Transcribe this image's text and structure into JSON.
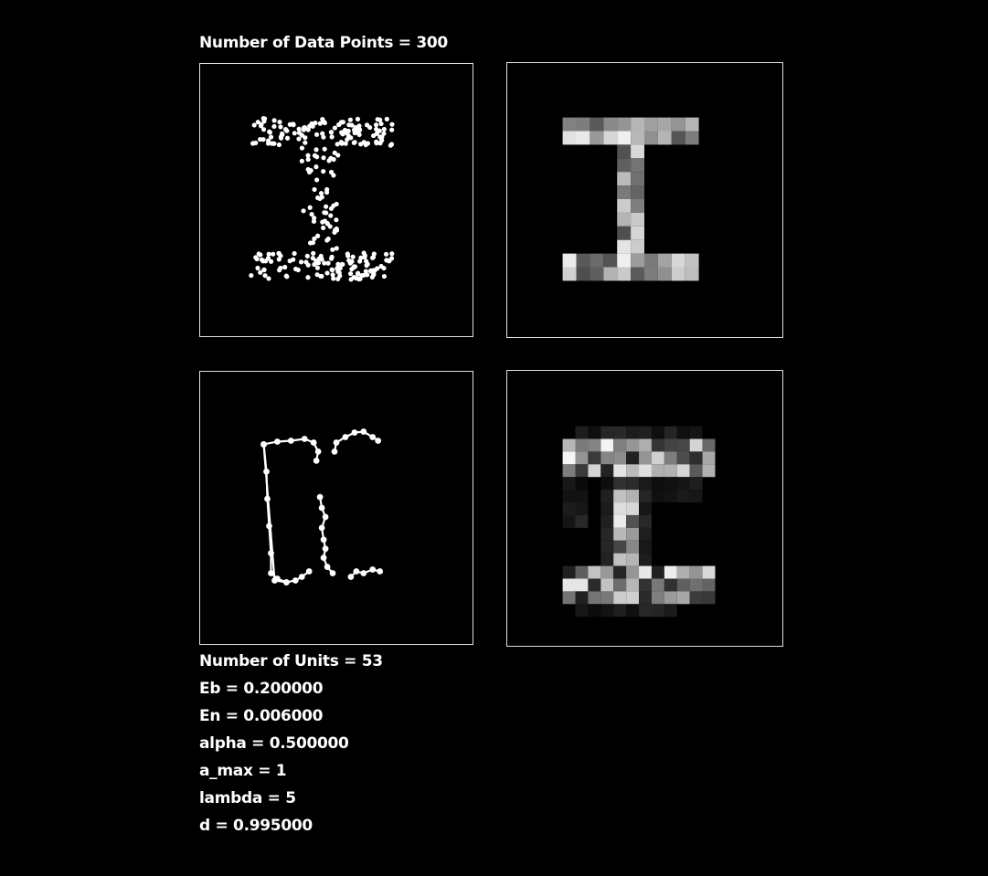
{
  "header": {
    "data_points_label": "Number of Data Points = 300"
  },
  "panels": {
    "top_left": "input-data-scatter",
    "top_right": "input-density-grid",
    "bottom_left": "network-units-graph",
    "bottom_right": "network-density-grid"
  },
  "params": {
    "units": "Number of Units = 53",
    "eb": "Eb = 0.200000",
    "en": "En = 0.006000",
    "alpha": "alpha = 0.500000",
    "a_max": "a_max = 1",
    "lambda": "lambda = 5",
    "d": "d = 0.995000"
  },
  "colors": {
    "background": "#000000",
    "foreground": "#ffffff",
    "border": "#e0e0e0"
  }
}
